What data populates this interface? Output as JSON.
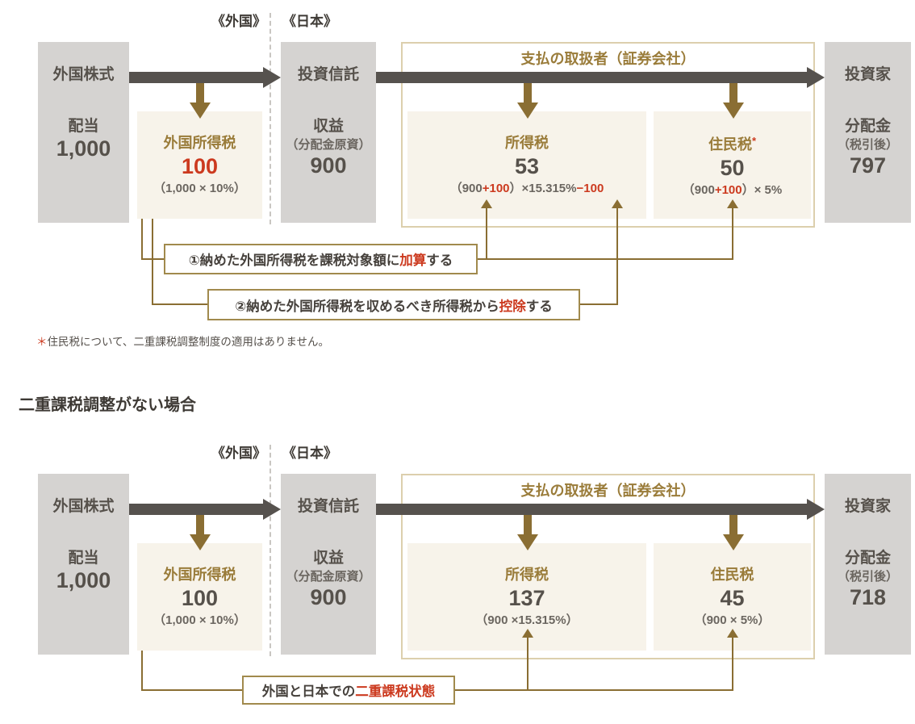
{
  "colors": {
    "accent_gold": "#9a7c3a",
    "connector_olive": "#8a6e33",
    "red": "#cc3a1f",
    "dark_text": "#56514b",
    "formula_gray": "#6b6660",
    "gray_box_bg": "#d5d3d1",
    "cream_box_bg": "#f7f3ea",
    "frame_border": "#dccfad",
    "callout_border": "#a18a4d",
    "arrow_dark": "#56524e"
  },
  "section2_heading": "二重課税調整がない場合",
  "note": {
    "mark": "＊",
    "text": "住民税について、二重課税調整制度の適用はありません。"
  },
  "d1": {
    "region_foreign": "《外国》",
    "region_japan": "《日本》",
    "foreign_stock": {
      "title": "外国株式",
      "label": "配当",
      "value": "1,000"
    },
    "foreign_tax": {
      "title": "外国所得税",
      "value": "100",
      "formula": "（1,000 × 10%）"
    },
    "trust": {
      "title": "投資信託",
      "label": "収益",
      "sublabel": "（分配金原資）",
      "value": "900"
    },
    "handler_title": "支払の取扱者（証券会社）",
    "income_tax": {
      "title": "所得税",
      "value": "53",
      "formula_parts": {
        "p1": "（900",
        "r1": "+100",
        "p2": "）×15.315%",
        "r2": "−100"
      }
    },
    "resident_tax": {
      "title": "住民税",
      "mark": "*",
      "value": "50",
      "formula_parts": {
        "p1": "（900",
        "r1": "+100",
        "p2": "）× 5%"
      }
    },
    "investor": {
      "title": "投資家",
      "label": "分配金",
      "sublabel": "（税引後）",
      "value": "797"
    },
    "callout1": {
      "pre": "①納めた外国所得税を課税対象額に",
      "red": "加算",
      "post": "する"
    },
    "callout2": {
      "pre": "②納めた外国所得税を収めるべき所得税から",
      "red": "控除",
      "post": "する"
    }
  },
  "d2": {
    "region_foreign": "《外国》",
    "region_japan": "《日本》",
    "foreign_stock": {
      "title": "外国株式",
      "label": "配当",
      "value": "1,000"
    },
    "foreign_tax": {
      "title": "外国所得税",
      "value": "100",
      "formula": "（1,000 × 10%）"
    },
    "trust": {
      "title": "投資信託",
      "label": "収益",
      "sublabel": "（分配金原資）",
      "value": "900"
    },
    "handler_title": "支払の取扱者（証券会社）",
    "income_tax": {
      "title": "所得税",
      "value": "137",
      "formula": "（900 ×15.315%）"
    },
    "resident_tax": {
      "title": "住民税",
      "value": "45",
      "formula": "（900 × 5%）"
    },
    "investor": {
      "title": "投資家",
      "label": "分配金",
      "sublabel": "（税引後）",
      "value": "718"
    },
    "callout": {
      "pre": "外国と日本での",
      "red": "二重課税状態"
    }
  }
}
